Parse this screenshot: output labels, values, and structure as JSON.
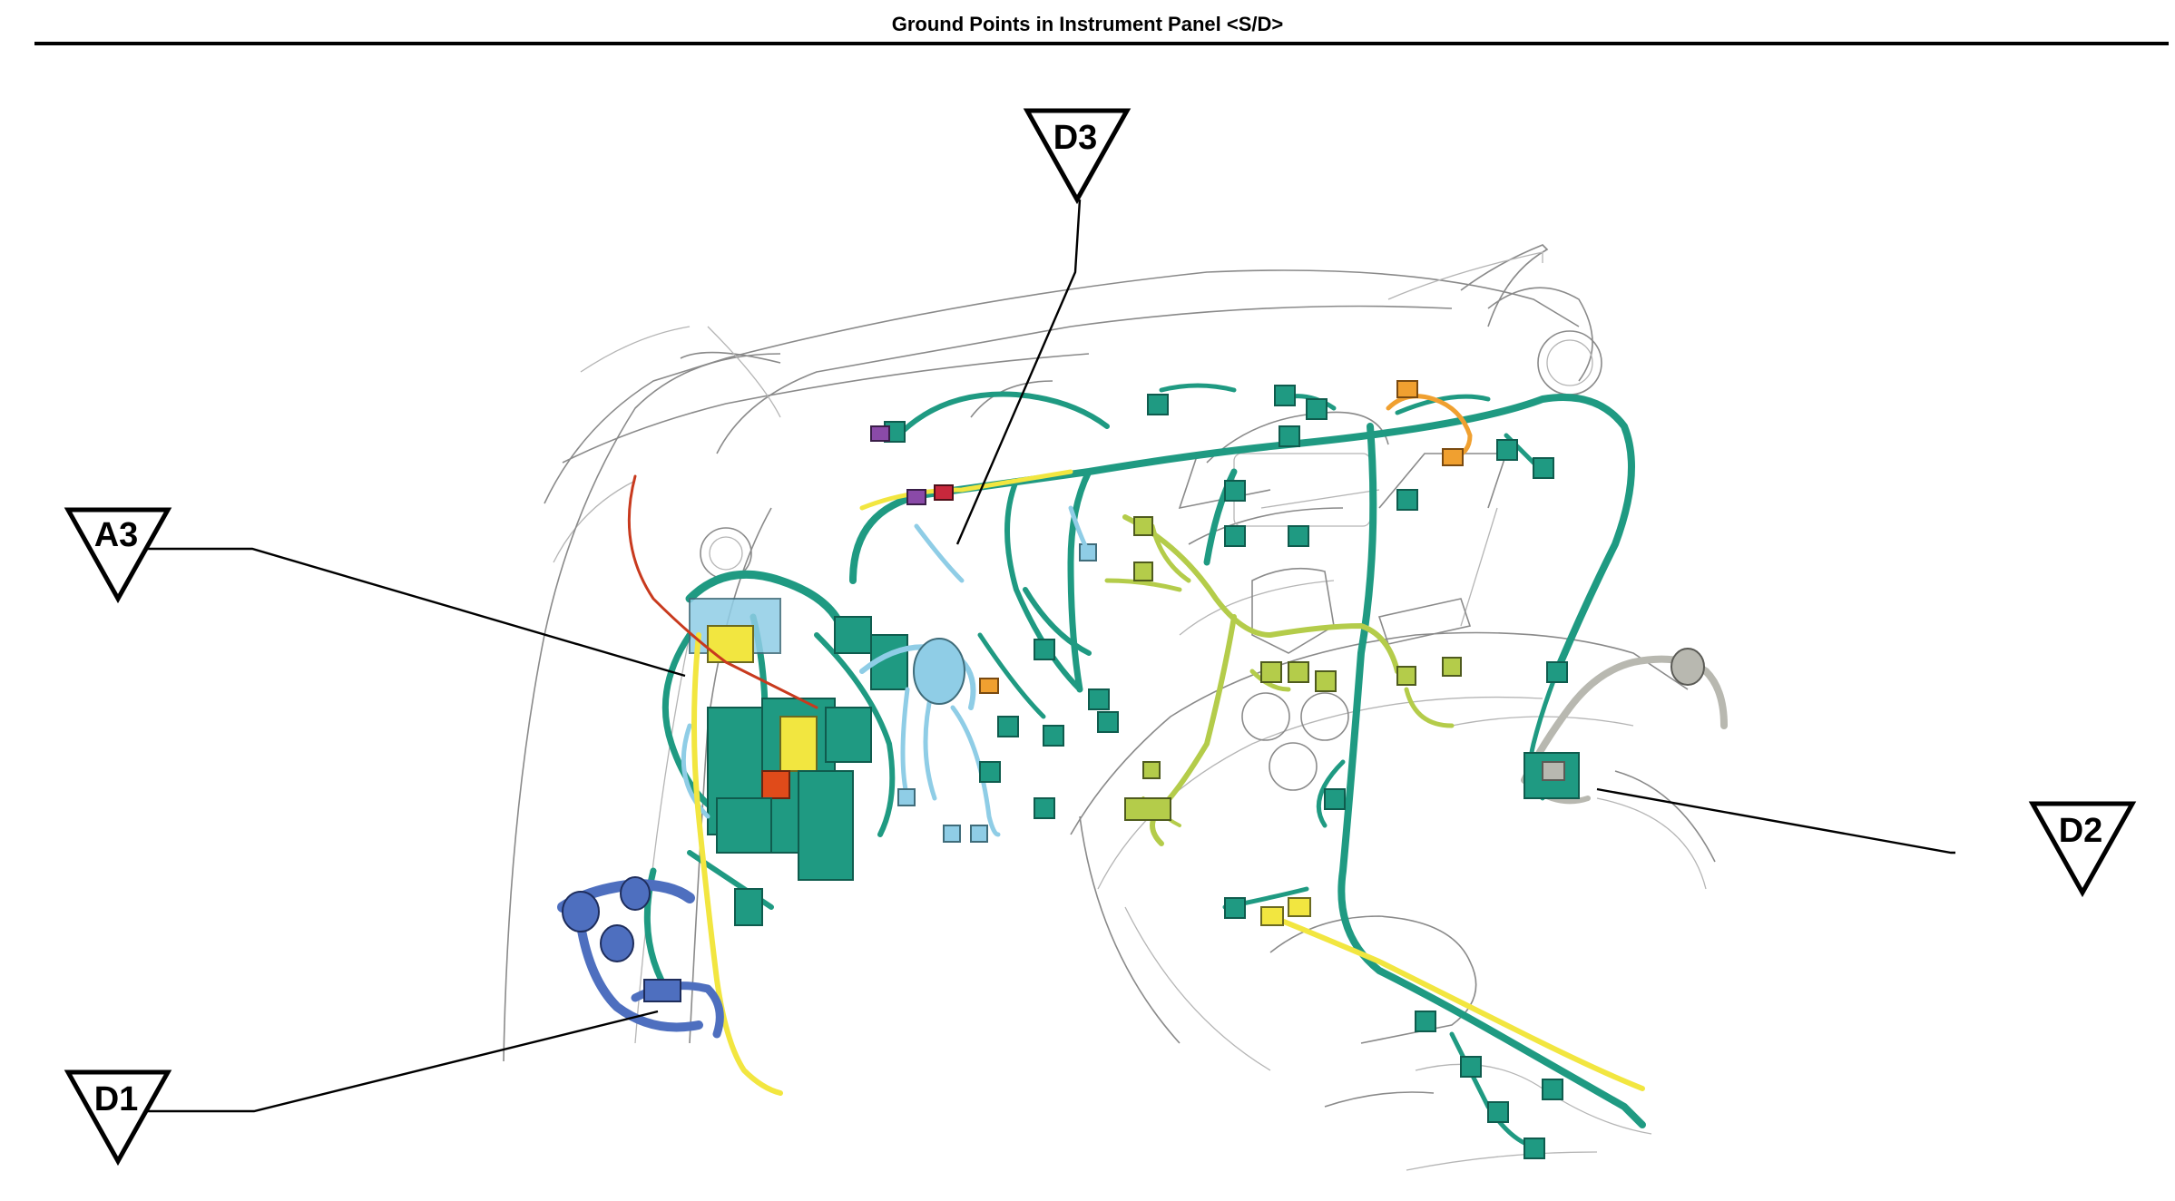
{
  "title": "Ground Points in Instrument Panel <S/D>",
  "colors": {
    "harness_main": "#1f9a82",
    "harness_lime": "#b4cc4a",
    "harness_light_blue": "#8fcde6",
    "harness_blue": "#4e6fbf",
    "harness_yellow": "#f2e640",
    "harness_orange": "#f0a030",
    "harness_red": "#c83a1e",
    "harness_gray": "#b8b8b0",
    "outline": "#8a8a8a"
  },
  "markers": [
    {
      "id": "A3",
      "label": "A3"
    },
    {
      "id": "D3",
      "label": "D3"
    },
    {
      "id": "D2",
      "label": "D2"
    },
    {
      "id": "D1",
      "label": "D1"
    }
  ]
}
